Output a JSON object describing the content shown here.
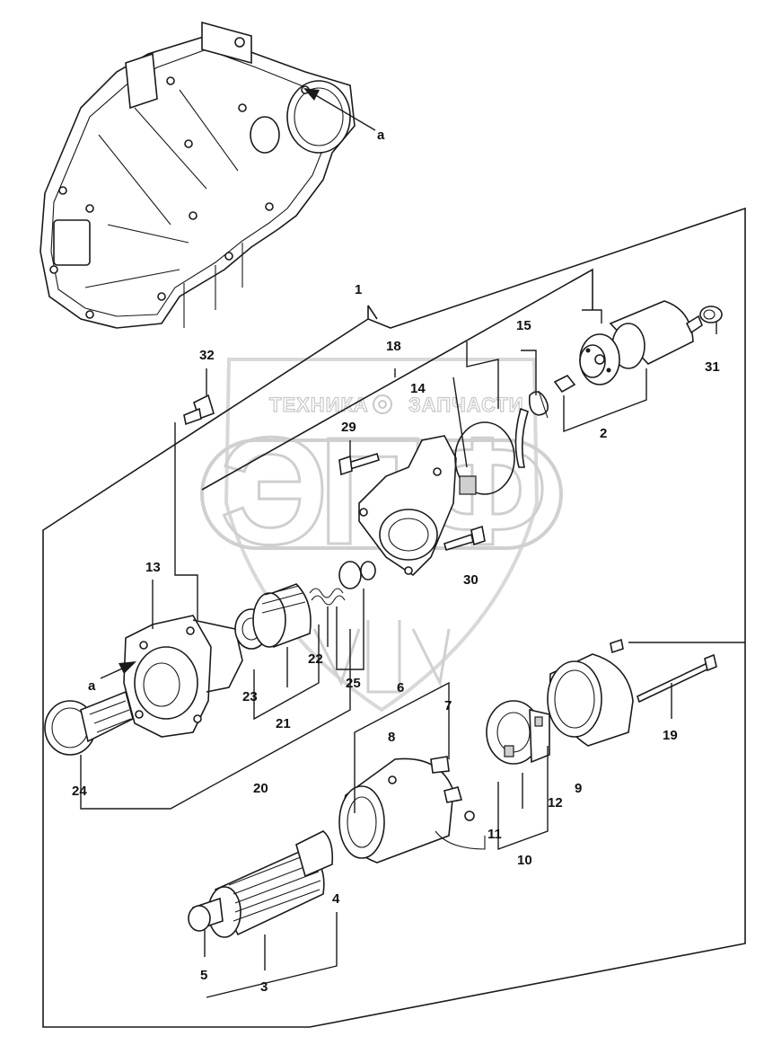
{
  "watermark": {
    "left_word": "ТЕХНИКА",
    "right_word": "ЗАПЧАСТИ",
    "logo": "ЭПФ"
  },
  "callouts": {
    "c1": "1",
    "c2": "2",
    "c3": "3",
    "c4": "4",
    "c5": "5",
    "c6": "6",
    "c7": "7",
    "c8": "8",
    "c9": "9",
    "c10": "10",
    "c11": "11",
    "c12": "12",
    "c13": "13",
    "c14": "14",
    "c15": "15",
    "c18": "18",
    "c19": "19",
    "c20": "20",
    "c21": "21",
    "c22": "22",
    "c23": "23",
    "c24": "24",
    "c25": "25",
    "c29": "29",
    "c30": "30",
    "c31": "31",
    "c32": "32",
    "a_top": "a",
    "a_left": "a"
  }
}
